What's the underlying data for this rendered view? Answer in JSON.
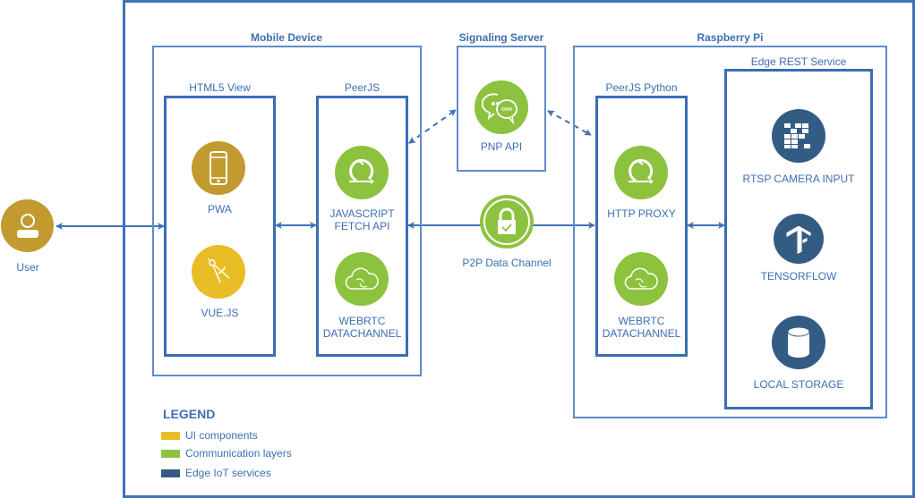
{
  "user": {
    "label": "User",
    "icon": "user-icon"
  },
  "mobile_device": {
    "title": "Mobile Device",
    "html5_view": {
      "title": "HTML5 View",
      "items": [
        {
          "label": "PWA",
          "icon": "smartphone-icon",
          "category": "ui"
        },
        {
          "label": "VUE.JS",
          "icon": "compass-drafting-icon",
          "category": "ui"
        }
      ]
    },
    "peerjs": {
      "title": "PeerJS",
      "items": [
        {
          "label_lines": [
            "JAVASCRIPT",
            "FETCH API"
          ],
          "icon": "cycle-arrows-icon",
          "category": "communication"
        },
        {
          "label_lines": [
            "WEBRTC",
            "DATACHANNEL"
          ],
          "icon": "cloud-sync-icon",
          "category": "communication"
        }
      ]
    }
  },
  "signaling_server": {
    "title": "Signaling Server",
    "item": {
      "label": "PNP API",
      "icon": "chat-bubbles-icon",
      "category": "communication"
    }
  },
  "p2p": {
    "label": "P2P Data Channel",
    "icon": "padlock-check-icon"
  },
  "raspberry_pi": {
    "title": "Raspberry Pi",
    "peerjs_python": {
      "title": "PeerJS Python",
      "items": [
        {
          "label": "HTTP PROXY",
          "icon": "cycle-arrows-icon",
          "category": "communication"
        },
        {
          "label_lines": [
            "WEBRTC",
            "DATACHANNEL"
          ],
          "icon": "cloud-sync-icon",
          "category": "communication"
        }
      ]
    },
    "edge_rest_service": {
      "title": "Edge REST Service",
      "items": [
        {
          "label": "RTSP CAMERA INPUT",
          "icon": "pixel-grid-icon",
          "category": "edge"
        },
        {
          "label": "TENSORFLOW",
          "icon": "tensorflow-icon",
          "category": "edge"
        },
        {
          "label": "LOCAL STORAGE",
          "icon": "database-cylinder-icon",
          "category": "edge"
        }
      ]
    }
  },
  "legend": {
    "title": "LEGEND",
    "items": [
      {
        "label": "UI components",
        "color": "#e9bd25"
      },
      {
        "label": "Communication layers",
        "color": "#8dc23f"
      },
      {
        "label": "Edge IoT services",
        "color": "#335c84"
      }
    ]
  },
  "colors": {
    "line": "#3f72b8",
    "text": "#3d6fb4",
    "gold": "#c39a2f",
    "yellow": "#e9bd25",
    "green": "#8dc23f",
    "navy": "#335c84"
  }
}
